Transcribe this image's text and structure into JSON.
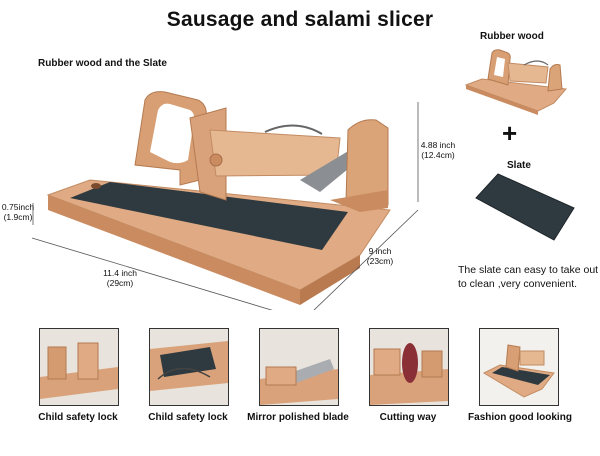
{
  "title": "Sausage and salami slicer",
  "subtitle": "Rubber wood and the Slate",
  "dimensions": {
    "height_in": "4.88 inch",
    "height_cm": "(12.4cm)",
    "thickness_in": "0.75inch",
    "thickness_cm": "(1.9cm)",
    "length_in": "11.4 inch",
    "length_cm": "(29cm)",
    "depth_in": "9 inch",
    "depth_cm": "(23cm)"
  },
  "side": {
    "wood_label": "Rubber wood",
    "plus": "+",
    "slate_label": "Slate",
    "note": "The slate can easy to take out to clean ,very convenient."
  },
  "features": [
    {
      "caption": "Child safety lock"
    },
    {
      "caption": "Child safety lock"
    },
    {
      "caption": "Mirror polished blade"
    },
    {
      "caption": "Cutting way"
    },
    {
      "caption": "Fashion good looking"
    }
  ],
  "colors": {
    "wood": "#d9a27a",
    "wood_dark": "#b87a52",
    "slate": "#2f3a40"
  }
}
